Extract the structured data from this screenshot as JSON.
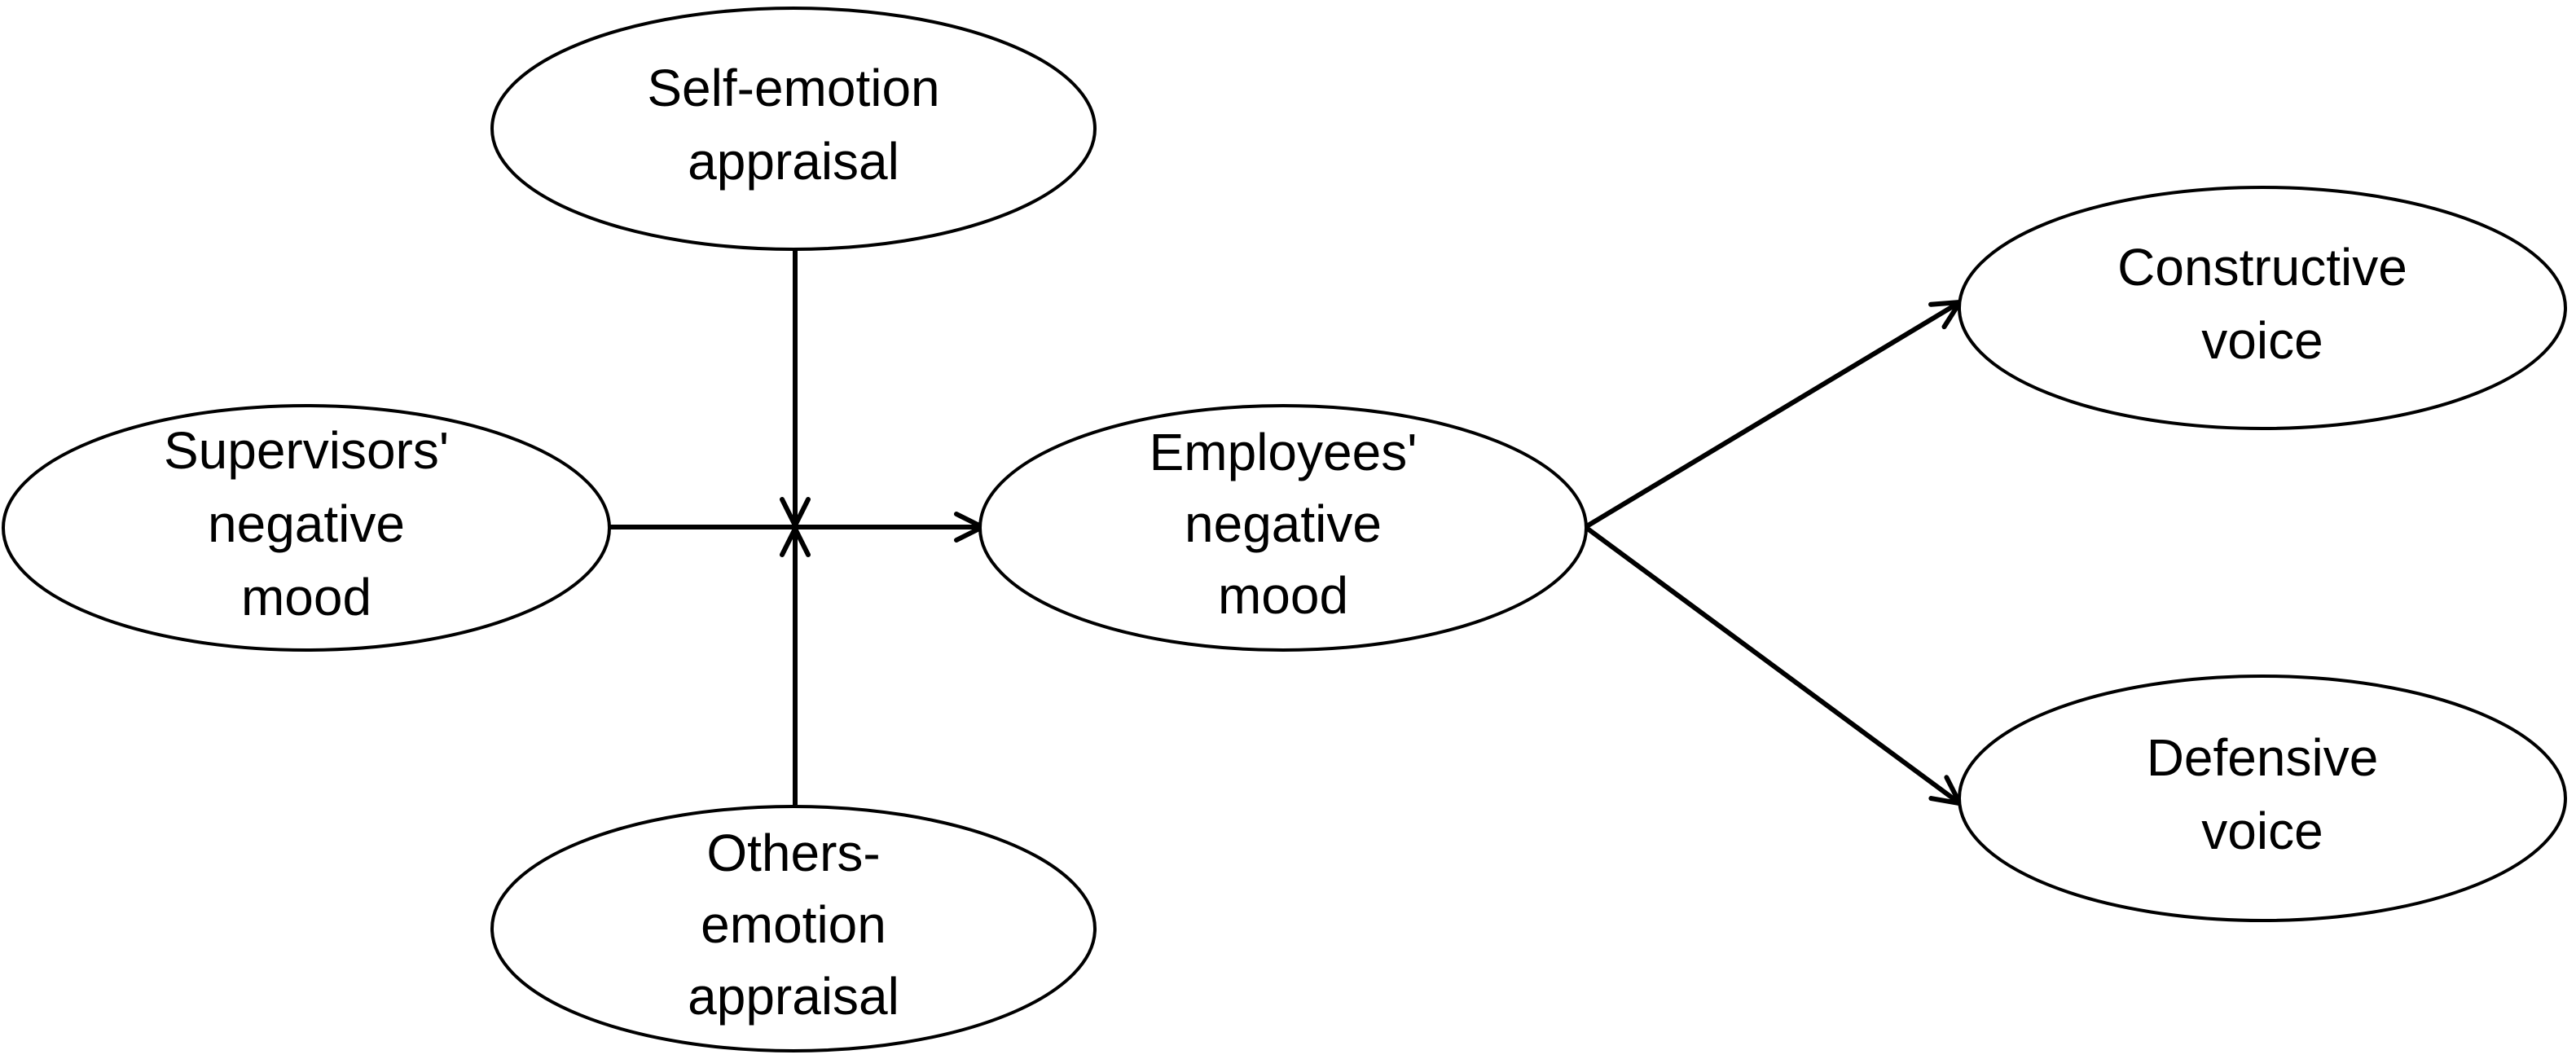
{
  "diagram": {
    "nodes": {
      "self_emotion": {
        "lines": [
          "Self-emotion",
          "appraisal"
        ]
      },
      "supervisors_mood": {
        "lines": [
          "Supervisors'",
          "negative",
          "mood"
        ]
      },
      "others_emotion": {
        "lines": [
          "Others-",
          "emotion",
          "appraisal"
        ]
      },
      "employees_mood": {
        "lines": [
          "Employees'",
          "negative",
          "mood"
        ]
      },
      "constructive_voice": {
        "lines": [
          "Constructive",
          "voice"
        ]
      },
      "defensive_voice": {
        "lines": [
          "Defensive",
          "voice"
        ]
      }
    },
    "edges": [
      {
        "from": "supervisors_mood",
        "to": "employees_mood"
      },
      {
        "from": "self_emotion",
        "to": "supervisors_mood→employees_mood"
      },
      {
        "from": "others_emotion",
        "to": "supervisors_mood→employees_mood"
      },
      {
        "from": "employees_mood",
        "to": "constructive_voice"
      },
      {
        "from": "employees_mood",
        "to": "defensive_voice"
      }
    ]
  }
}
